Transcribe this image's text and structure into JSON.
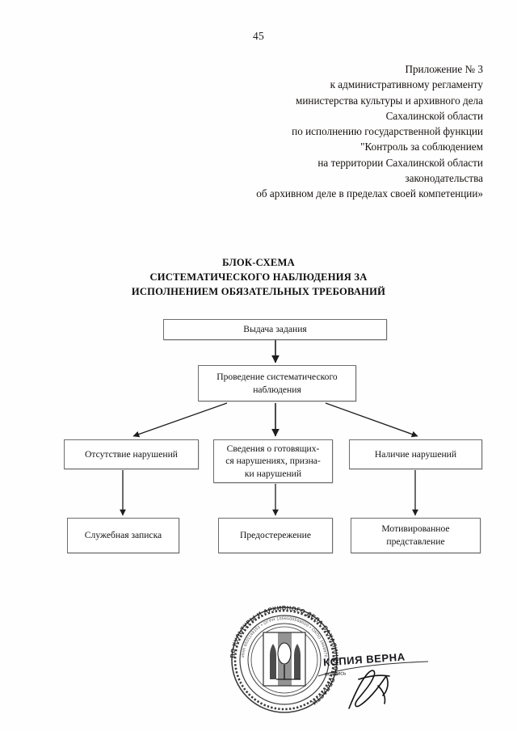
{
  "document": {
    "page_number": "45",
    "appendix_lines": [
      "Приложение № 3",
      "к административному регламенту",
      "министерства культуры и архивного дела",
      "Сахалинской области",
      "по исполнению государственной функции",
      "\"Контроль за соблюдением",
      "на территории Сахалинской области",
      "законодательства",
      "об архивном деле в пределах своей компетенции»"
    ],
    "scheme_title_lines": [
      "БЛОК-СХЕМА",
      "СИСТЕМАТИЧЕСКОГО НАБЛЮДЕНИЯ ЗА",
      "ИСПОЛНЕНИЕМ ОБЯЗАТЕЛЬНЫХ ТРЕБОВАНИЙ"
    ]
  },
  "flowchart": {
    "type": "diagram",
    "nodes": [
      {
        "id": "issue-task",
        "label": "Выдача задания"
      },
      {
        "id": "conduct",
        "label": "Проведение систематического наблюдения"
      },
      {
        "id": "no-violations",
        "label": "Отсутствие нарушений"
      },
      {
        "id": "prep-info",
        "label": "Сведения о готовящих-ся нарушениях, призна-ки нарушений"
      },
      {
        "id": "has-violations",
        "label": "Наличие нарушений"
      },
      {
        "id": "memo",
        "label": "Служебная записка"
      },
      {
        "id": "warning",
        "label": "Предостережение"
      },
      {
        "id": "submission",
        "label": "Мотивированное представление"
      }
    ],
    "node_labels": {
      "issue_task": "Выдача задания",
      "conduct_line1": "Проведение систематического",
      "conduct_line2": "наблюдения",
      "no_violations": "Отсутствие нарушений",
      "prep_info_line1": "Сведения о готовящих-",
      "prep_info_line2": "ся нарушениях, призна-",
      "prep_info_line3": "ки нарушений",
      "has_violations": "Наличие нарушений",
      "memo": "Служебная записка",
      "warning": "Предостережение",
      "submission_line1": "Мотивированное",
      "submission_line2": "представление"
    },
    "edges": [
      {
        "from": "issue-task",
        "to": "conduct",
        "style": "straight-down"
      },
      {
        "from": "conduct",
        "to": "no-violations",
        "style": "diagonal-left"
      },
      {
        "from": "conduct",
        "to": "prep-info",
        "style": "straight-down"
      },
      {
        "from": "conduct",
        "to": "has-violations",
        "style": "diagonal-right"
      },
      {
        "from": "no-violations",
        "to": "memo",
        "style": "straight-down"
      },
      {
        "from": "prep-info",
        "to": "warning",
        "style": "straight-down"
      },
      {
        "from": "has-violations",
        "to": "submission",
        "style": "straight-down"
      }
    ]
  },
  "stamp": {
    "outer_text": "МИНИСТЕРСТВО КУЛЬТУРЫ И АРХИВНОГО ДЕЛА САХАЛИНСКОЙ ОБЛАСТИ",
    "inner_codes": "ИНН 6501148151 • ОГРН 1056500568000 • ОКПО 1668970",
    "copy_certification": "КОПИЯ ВЕРНА",
    "signature_label": "подпись",
    "emblem": "coat-of-arms"
  },
  "colors": {
    "paper": "#fefefe",
    "ink": "#141414",
    "box_border": "#6d6d6d",
    "stamp_ink": "#1a1a1a"
  }
}
